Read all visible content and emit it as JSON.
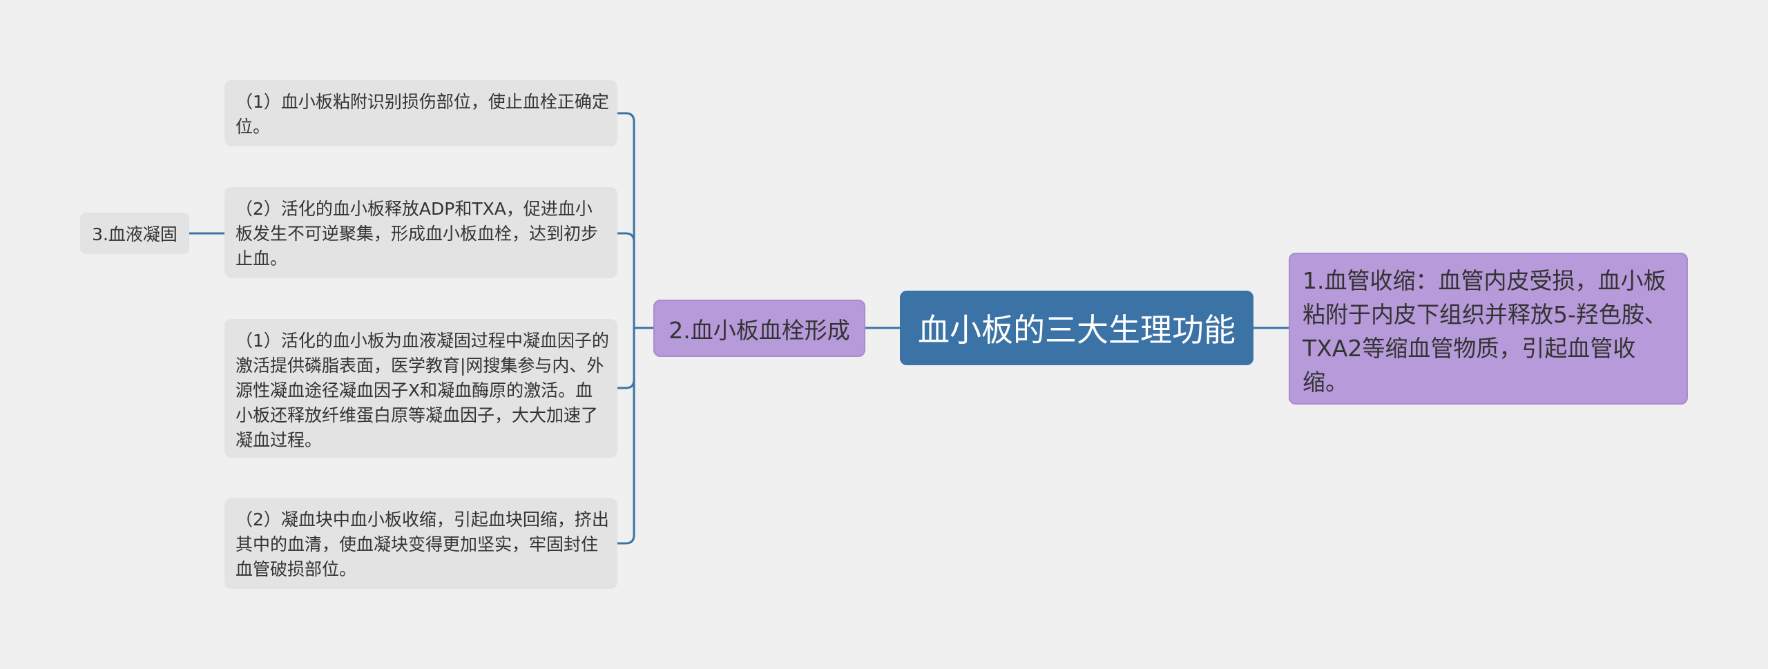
{
  "mindmap": {
    "root": "血小板的三大生理功能",
    "branch_right": "1.血管收缩：血管内皮受损，血小板粘附于内皮下组织并释放5-羟色胺、TXA2等缩血管物质，引起血管收缩。",
    "branch_left": "2.血小板血栓形成",
    "leaves": [
      "（1）血小板粘附识别损伤部位，使止血栓正确定位。",
      "（2）活化的血小板释放ADP和TXA，促进血小板发生不可逆聚集，形成血小板血栓，达到初步止血。",
      "（1）活化的血小板为血液凝固过程中凝血因子的激活提供磷脂表面，医学教育|网搜集参与内、外源性凝血途径凝血因子X和凝血酶原的激活。血小板还释放纤维蛋白原等凝血因子，大大加速了凝血过程。",
      "（2）凝血块中血小板收缩，引起血块回缩，挤出其中的血清，使血凝块变得更加坚实，牢固封住血管破损部位。"
    ],
    "side_label": "3.血液凝固"
  },
  "colors": {
    "background": "#f0f0f0",
    "root": "#3b73a6",
    "branch": "#b79ad9",
    "leaf": "#e3e3e3",
    "connector": "#3b73a6"
  }
}
